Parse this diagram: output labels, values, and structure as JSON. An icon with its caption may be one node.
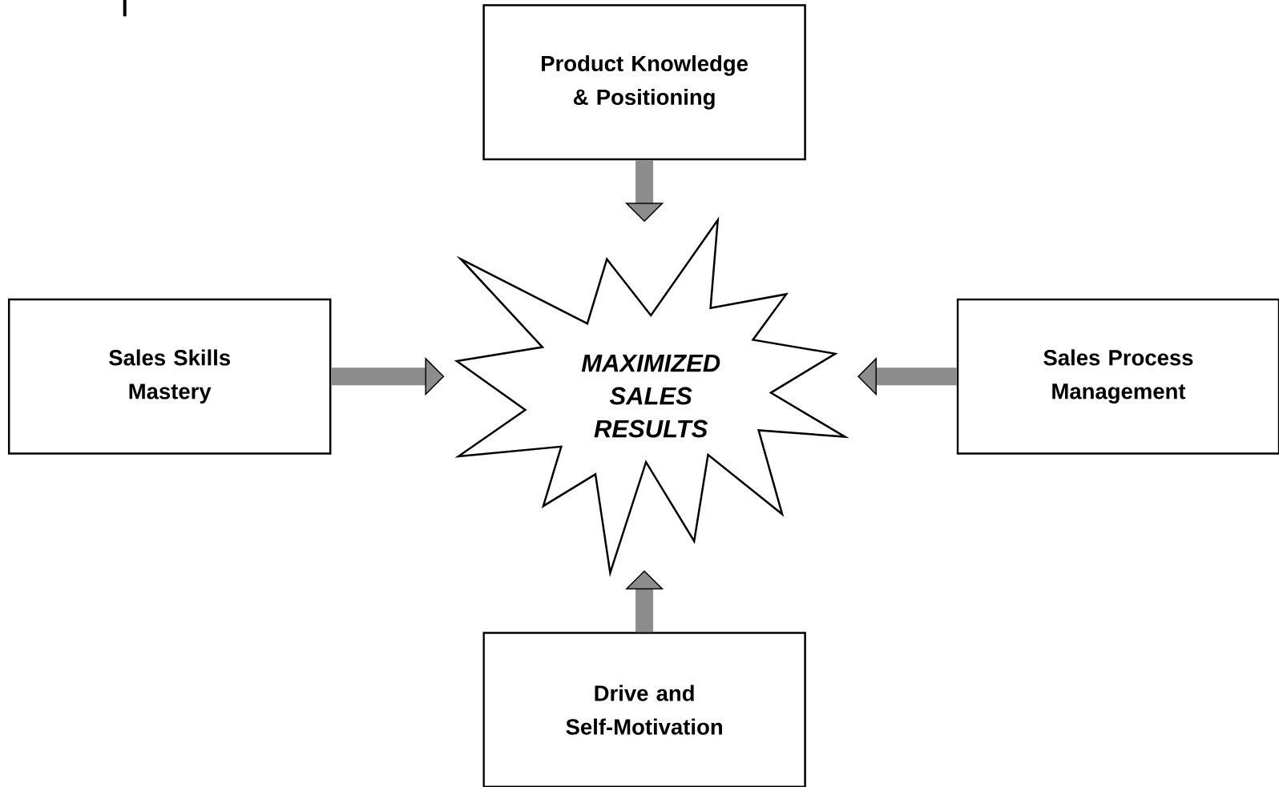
{
  "diagram": {
    "nodes": [
      {
        "text": [
          "Product Knowledge & Positioning"
        ]
      },
      {
        "text": [
          "Sales Skills Mastery"
        ]
      },
      {
        "text": [
          "MAXIMIZED SALES RESULTS"
        ]
      },
      {
        "text": [
          "Sales Process Management"
        ]
      },
      {
        "text": [
          "Drive and Self-Motivation"
        ]
      }
    ],
    "edges": [
      {
        "from": 0,
        "to": 2,
        "arrow": "to"
      },
      {
        "from": 1,
        "to": 2,
        "arrow": "to"
      },
      {
        "from": 3,
        "to": 2,
        "arrow": "to"
      },
      {
        "from": 4,
        "to": 2,
        "arrow": "to"
      }
    ]
  }
}
